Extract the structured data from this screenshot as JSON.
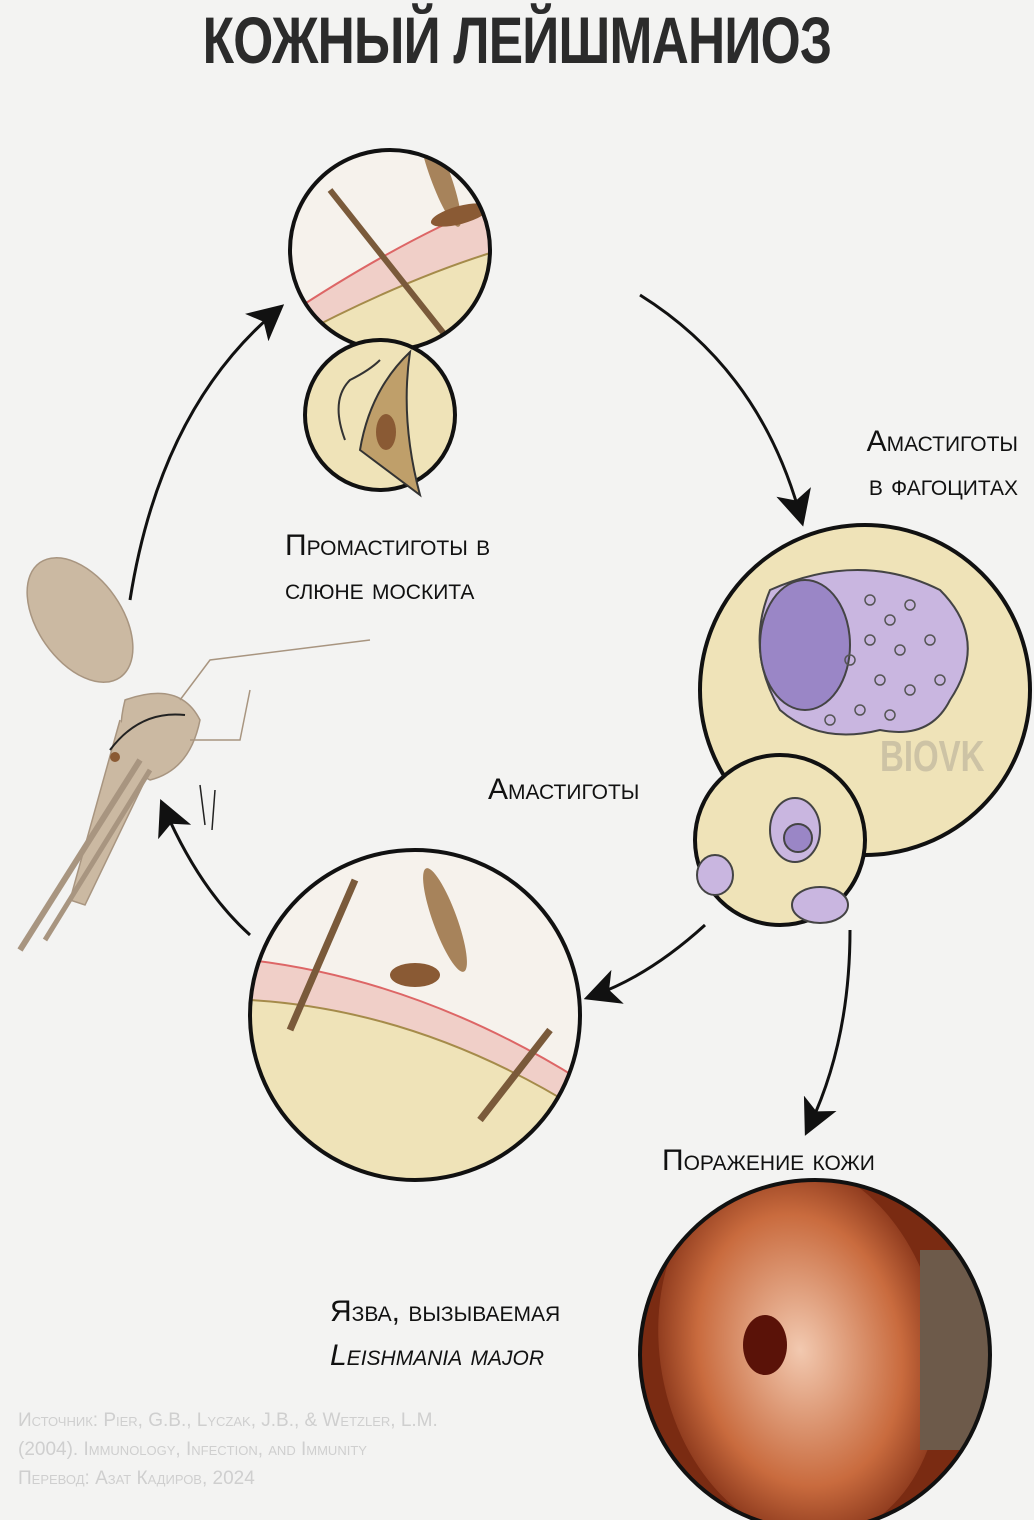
{
  "title": "КОЖНЫЙ ЛЕЙШМАНИОЗ",
  "labels": {
    "promastigotes": [
      "Промастиготы в",
      "слюне москита"
    ],
    "amastigotes_in_phagocytes": [
      "Амастиготы",
      "в фагоцитах"
    ],
    "amastigotes": "Амастиготы",
    "skin_lesion": "Поражение кожи",
    "ulcer": [
      "Язва, вызываемая",
      "Leishmania major"
    ]
  },
  "watermark": "BIOVK",
  "source": [
    "Источник: Pier, G.B., Lyczak, J.B., & Wetzler, L.M.",
    "(2004). Immunology, Infection, and Immunity",
    "Перевод: Азат Кадиров, 2024"
  ],
  "colors": {
    "cell_bg": "#efe3b8",
    "skin_pink": "#f0cfc8",
    "cell_purple": "#b9a3d3",
    "nucleus": "#9a86c6",
    "arrow": "#111111"
  }
}
